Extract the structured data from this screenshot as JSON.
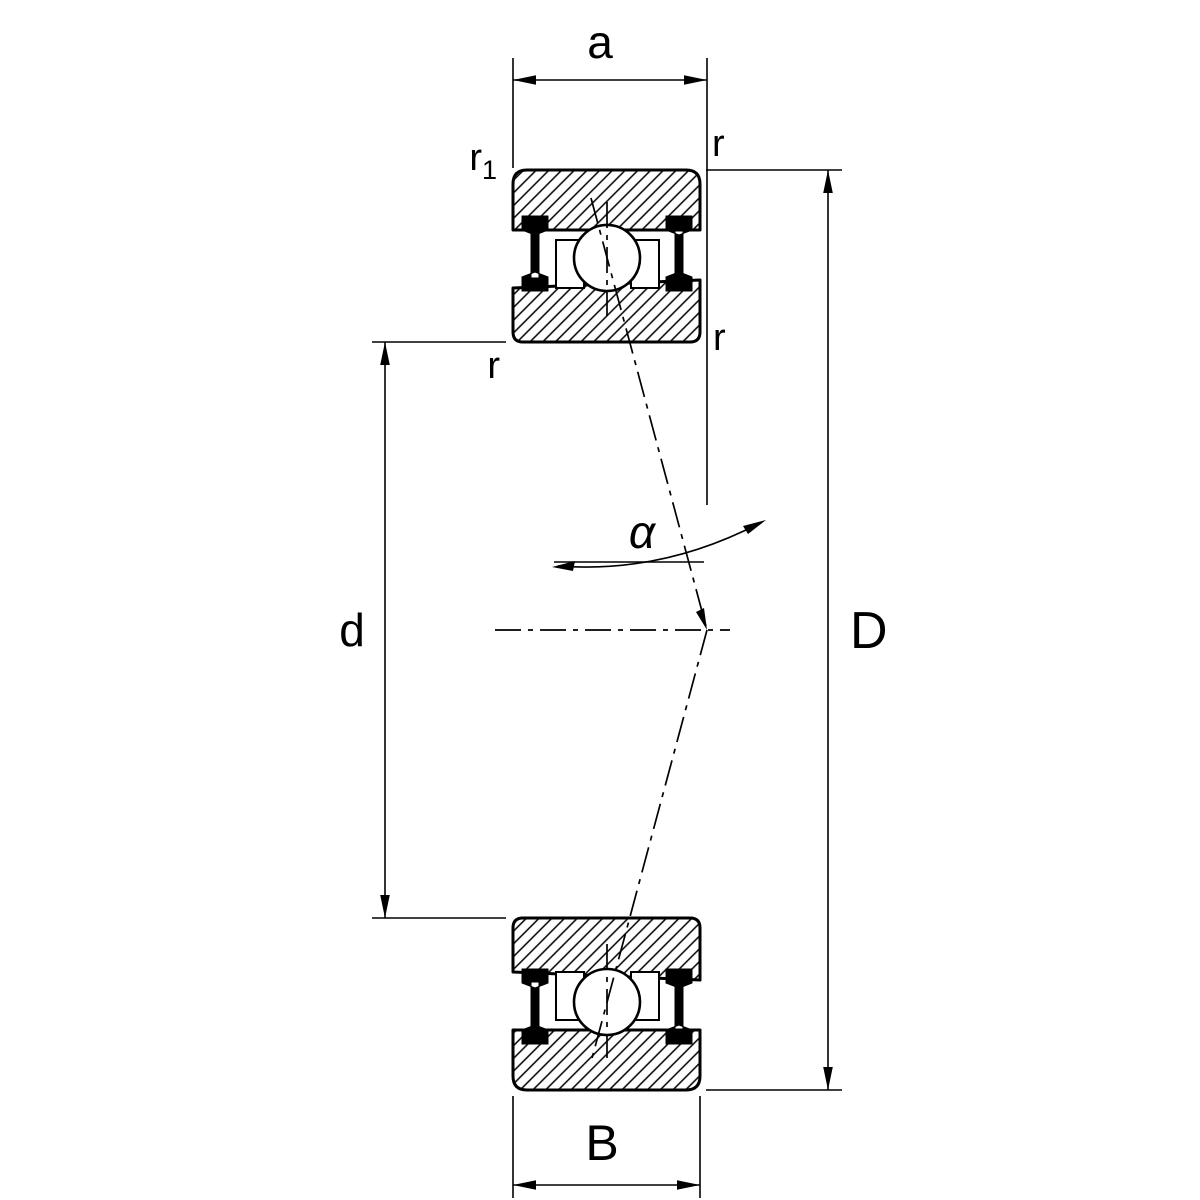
{
  "diagram": {
    "labels": {
      "a": "a",
      "r1_base": "r",
      "r1_sub": "1",
      "r_top_right": "r",
      "r_mid_left": "r",
      "r_mid_right": "r",
      "alpha": "α",
      "d": "d",
      "D": "D",
      "B": "B"
    },
    "colors": {
      "line": "#000000",
      "background": "#ffffff"
    }
  }
}
